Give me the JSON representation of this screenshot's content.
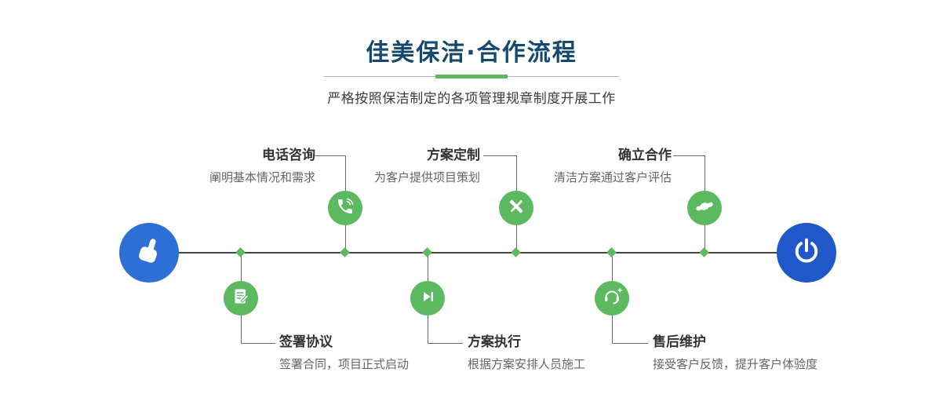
{
  "header": {
    "title": "佳美保洁·合作流程",
    "subtitle": "严格按照保洁制定的各项管理规章制度开展工作"
  },
  "colors": {
    "title_navy": "#15486f",
    "accent_green": "#5cb95f",
    "start_blue": "#2e6fd6",
    "end_blue": "#2057c9",
    "timeline_dark": "#454545"
  },
  "flow": {
    "start_icon": "hand-pointer",
    "end_icon": "power",
    "top": [
      {
        "label": "电话咨询",
        "desc": "阐明基本情况和需求",
        "icon": "phone"
      },
      {
        "label": "方案定制",
        "desc": "为客户提供项目策划",
        "icon": "pencil-ruler"
      },
      {
        "label": "确立合作",
        "desc": "清洁方案通过客户评估",
        "icon": "handshake"
      }
    ],
    "bottom": [
      {
        "label": "签署协议",
        "desc": "签署合同，项目正式启动",
        "icon": "contract-pen"
      },
      {
        "label": "方案执行",
        "desc": "根据方案安排人员施工",
        "icon": "play-next"
      },
      {
        "label": "售后维护",
        "desc": "接受客户反馈，提升客户体验度",
        "icon": "headset-plus"
      }
    ]
  }
}
